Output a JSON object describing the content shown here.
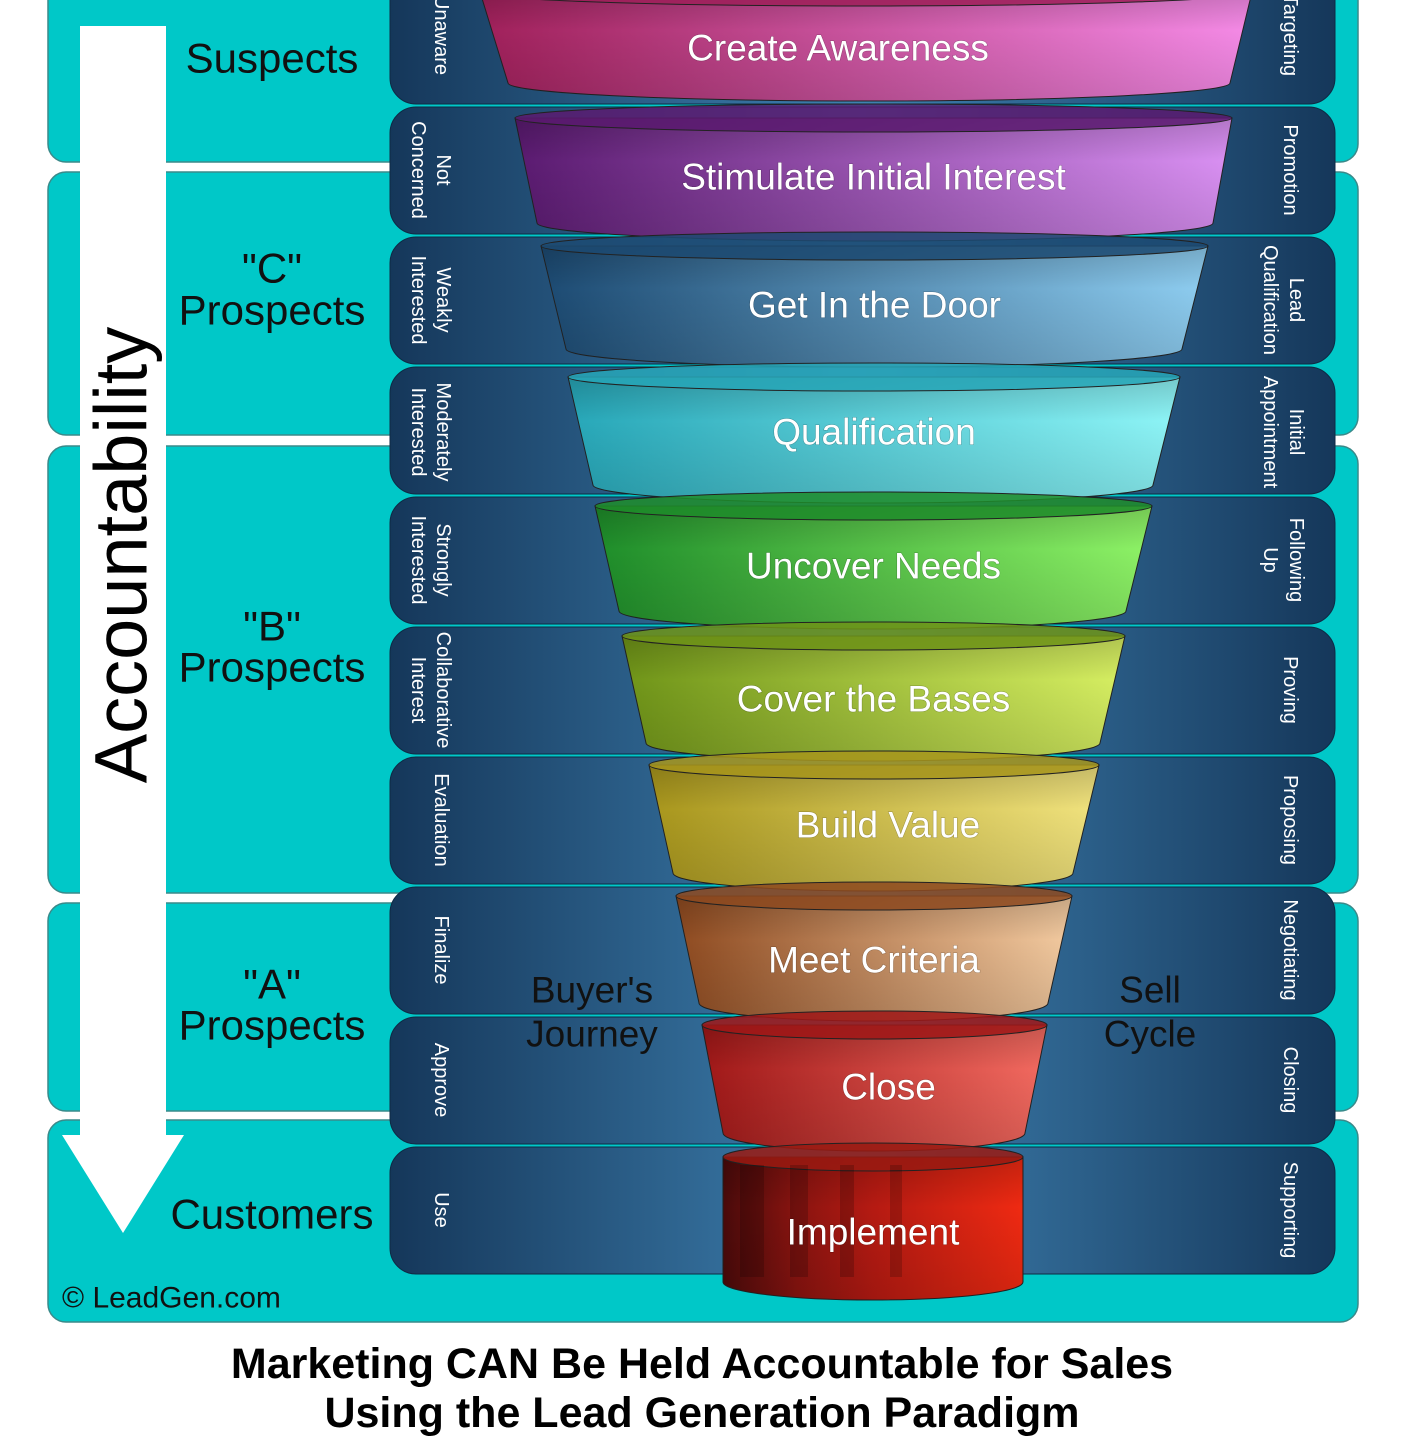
{
  "accountability_label": "Accountability",
  "copyright": "© LeadGen.com",
  "groups": [
    {
      "lines": [
        "Suspects"
      ]
    },
    {
      "lines": [
        "\"C\"",
        "Prospects"
      ]
    },
    {
      "lines": [
        "\"B\"",
        "Prospects"
      ]
    },
    {
      "lines": [
        "\"A\"",
        "Prospects"
      ]
    },
    {
      "lines": [
        "Customers"
      ]
    }
  ],
  "stages": [
    {
      "label": "Create Awareness",
      "buyer": [
        "Unaware"
      ],
      "sell": [
        "Targeting"
      ],
      "color_left": "#a0205a",
      "color_right": "#f48ae6"
    },
    {
      "label": "Stimulate Initial Interest",
      "buyer": [
        "Not",
        "Concerned"
      ],
      "sell": [
        "Promotion"
      ],
      "color_left": "#5a1a70",
      "color_right": "#d990f2"
    },
    {
      "label": "Get In the Door",
      "buyer": [
        "Weakly",
        "Interested"
      ],
      "sell": [
        "Lead",
        "Qualification"
      ],
      "color_left": "#1c4a72",
      "color_right": "#8ecdf0"
    },
    {
      "label": "Qualification",
      "buyer": [
        "Moderately",
        "Interested"
      ],
      "sell": [
        "Initial",
        "Appointment"
      ],
      "color_left": "#27a7b8",
      "color_right": "#8ef4f6"
    },
    {
      "label": "Uncover Needs",
      "buyer": [
        "Strongly",
        "Interested"
      ],
      "sell": [
        "Following",
        "Up"
      ],
      "color_left": "#1e8d2a",
      "color_right": "#8ef266"
    },
    {
      "label": "Cover the Bases",
      "buyer": [
        "Collaborative",
        "Interest"
      ],
      "sell": [
        "Proving"
      ],
      "color_left": "#6f9418",
      "color_right": "#d6ee62"
    },
    {
      "label": "Build Value",
      "buyer": [
        "Evaluation"
      ],
      "sell": [
        "Proposing"
      ],
      "color_left": "#a8961c",
      "color_right": "#f0e27e"
    },
    {
      "label": "Meet Criteria",
      "buyer": [
        "Finalize"
      ],
      "sell": [
        "Negotiating"
      ],
      "color_left": "#8e4a20",
      "color_right": "#f2caa0"
    },
    {
      "label": "Close",
      "buyer": [
        "Approve"
      ],
      "sell": [
        "Closing"
      ],
      "color_left": "#a01818",
      "color_right": "#f26a60"
    },
    {
      "label": "Implement",
      "buyer": [
        "Use"
      ],
      "sell": [
        "Supporting"
      ],
      "color_left": "#5a0c0c",
      "color_right": "#e82a18"
    }
  ],
  "buyers_journey": [
    "Buyer's",
    "Journey"
  ],
  "sell_cycle": [
    "Sell",
    "Cycle"
  ],
  "caption": {
    "line1": "Marketing CAN Be Held Accountable for Sales",
    "line2": "Using the Lead Generation Paradigm"
  },
  "colors": {
    "teal": "#00c8c8",
    "band_dark": "#15375a",
    "band_mid": "#3f82b2"
  }
}
